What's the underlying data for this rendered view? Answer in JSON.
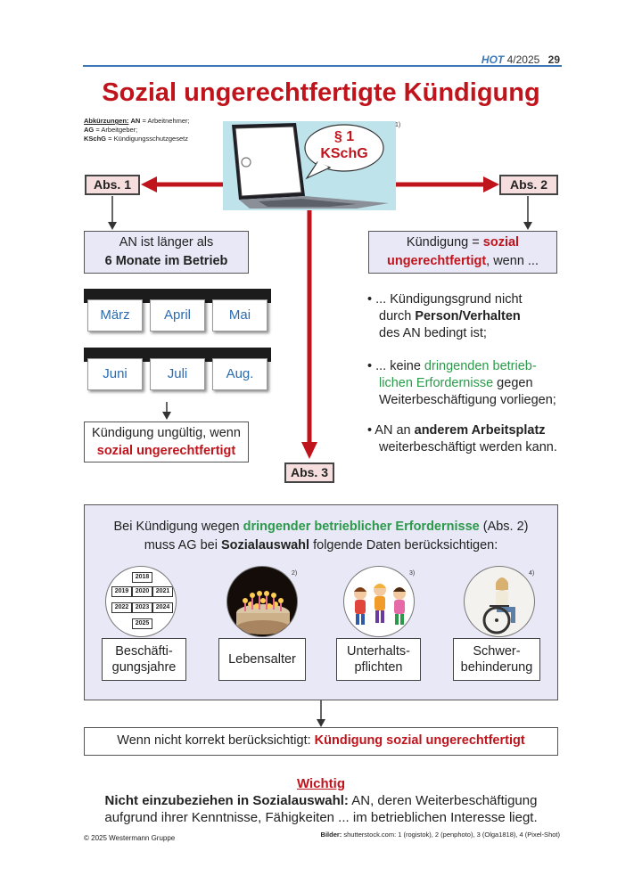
{
  "header": {
    "brand": "HOT",
    "issue": "4/2025",
    "page": "29"
  },
  "title": "Sozial ungerechtfertigte Kündigung",
  "abbreviations": {
    "heading": "Abkürzungen:",
    "an_key": "AN",
    "an_val": "= Arbeitnehmer;",
    "ag_key": "AG",
    "ag_val": "= Arbeitgeber;",
    "ksch_key": "KSchG",
    "ksch_val": "= Kündigungsschutzgesetz"
  },
  "laptop": {
    "bubble_line1": "§ 1",
    "bubble_line2": "KSchG",
    "footnote": "1)"
  },
  "abs1": {
    "tag": "Abs. 1",
    "box_line1": "AN ist länger als",
    "box_line2": "6 Monate im Betrieb",
    "months": [
      "März",
      "April",
      "Mai",
      "Juni",
      "Juli",
      "Aug."
    ],
    "result_line1": "Kündigung ungültig, wenn",
    "result_line2": "sozial ungerechtfertigt"
  },
  "abs2": {
    "tag": "Abs. 2",
    "box_pre": "Kündigung = ",
    "box_red1": "sozial",
    "box_red2": "ungerechtfertigt",
    "box_post": ", wenn ...",
    "b1_l1": "• ... Kündigungsgrund nicht",
    "b1_l2_pre": "durch ",
    "b1_l2_bold": "Person/Verhalten",
    "b1_l3": "des AN bedingt ist;",
    "b2_l1_pre": "• ... keine ",
    "b2_l1_green": "dringenden betrieb-",
    "b2_l2_green": "lichen Erfordernisse",
    "b2_l2_post": " gegen",
    "b2_l3": "Weiterbeschäftigung vorliegen;",
    "b3_l1_pre": "• AN an ",
    "b3_l1_bold": "anderem Arbeitsplatz",
    "b3_l2": "weiterbeschäftigt werden kann."
  },
  "abs3": {
    "tag": "Abs. 3",
    "line1_pre": "Bei Kündigung wegen ",
    "line1_green": "dringender betrieblicher Erfordernisse",
    "line1_post": " (Abs. 2)",
    "line2_pre": "muss AG bei ",
    "line2_bold": "Sozialauswahl",
    "line2_post": " folgende Daten berücksichtigen:",
    "years": [
      "2018",
      "2019",
      "2020",
      "2021",
      "2022",
      "2023",
      "2024",
      "2025"
    ],
    "items": [
      {
        "l1": "Beschäfti-",
        "l2": "gungsjahre",
        "note": ""
      },
      {
        "l1": "Lebensalter",
        "l2": "",
        "note": "2)"
      },
      {
        "l1": "Unterhalts-",
        "l2": "pflichten",
        "note": "3)"
      },
      {
        "l1": "Schwer-",
        "l2": "behinderung",
        "note": "4)"
      }
    ]
  },
  "conclusion": {
    "pre": "Wenn nicht korrekt berücksichtigt: ",
    "red": "Kündigung sozial ungerechtfertigt"
  },
  "important": {
    "heading": "Wichtig",
    "l1_bold": "Nicht einzubeziehen in Sozialauswahl:",
    "l1_post": " AN, deren Weiterbeschäftigung",
    "l2": "aufgrund ihrer Kenntnisse, Fähigkeiten ... im betrieblichen Interesse liegt."
  },
  "footer": {
    "copyright": "© 2025 Westermann Gruppe",
    "credits_bold": "Bilder:",
    "credits": " shutterstock.com: 1 (rogistok), 2 (penphoto), 3 (Olga1818), 4 (Pixel-Shot)"
  },
  "colors": {
    "accent_red": "#c0141c",
    "accent_blue": "#3a78b8",
    "green": "#2a9a4a",
    "lavender": "#e8e8f6",
    "tag_pink": "#f6dede"
  }
}
